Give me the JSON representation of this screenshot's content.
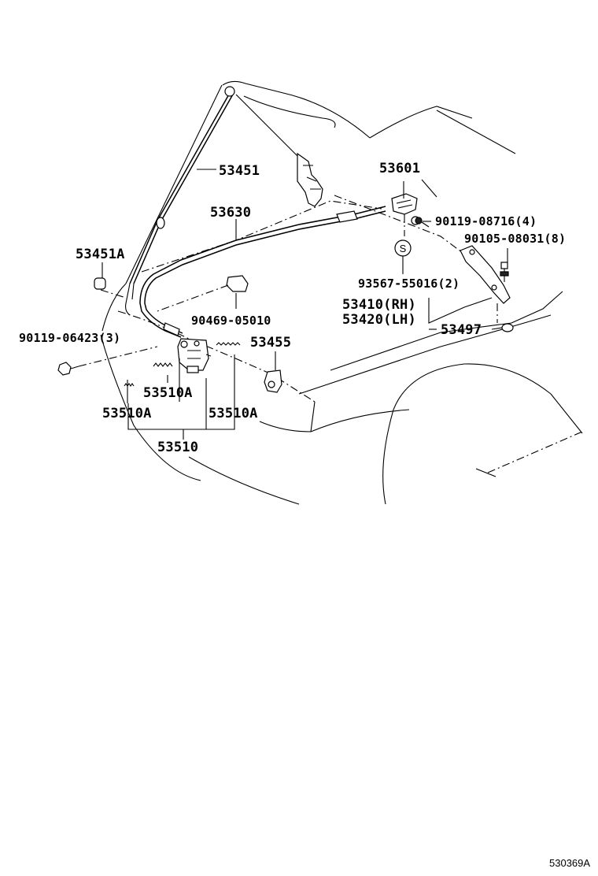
{
  "title": "Hood lock & hinge parts diagram",
  "labels": {
    "p53451": "53451",
    "p53630": "53630",
    "p53451A": "53451A",
    "p53601": "53601",
    "p90119_08716": "90119-08716(4)",
    "p90105_08031": "90105-08031(8)",
    "p93567_55016": "93567-55016(2)",
    "p53410": "53410(RH)",
    "p53420": "53420(LH)",
    "p53497": "53497",
    "p90469_05010": "90469-05010",
    "p90119_06423": "90119-06423(3)",
    "p53455": "53455",
    "p53510A_a": "53510A",
    "p53510A_b": "53510A",
    "p53510A_c": "53510A",
    "p53510": "53510",
    "sealer_symbol": "S"
  },
  "reference_code": "530369A"
}
